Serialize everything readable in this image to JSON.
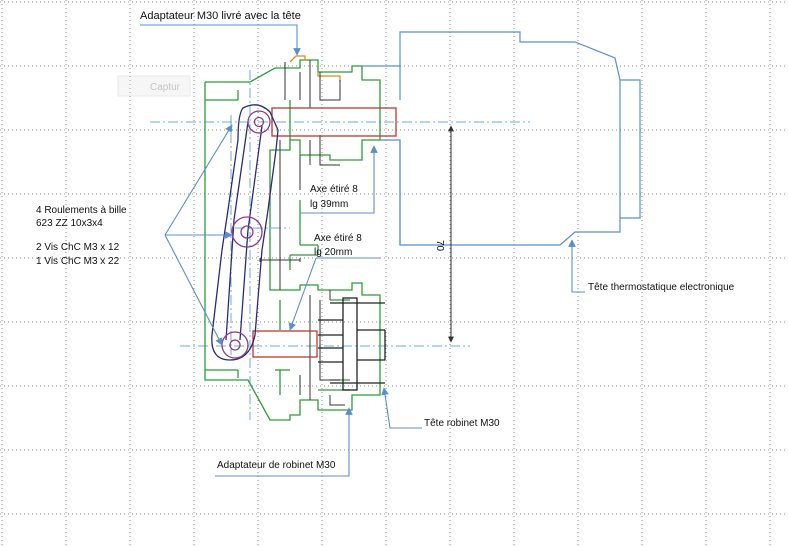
{
  "colors": {
    "outline_green": "#2e9c3a",
    "linkage_navy": "#2b2b7a",
    "axle_red": "#c0392b",
    "orange": "#e08a1e",
    "callout_blue": "#5b8fc9",
    "dashdot_blue": "#6fa8dc",
    "grid_dots": "#555555",
    "black": "#111111",
    "bearing_purple": "#8e3a8e"
  },
  "labels": {
    "adapter_top": "Adaptateur M30 livré avec la tête",
    "faded_capture": "Captur",
    "axle_top_line1": "Axe étiré 8",
    "axle_top_line2": "lg 39mm",
    "axle_bottom_line1": "Axe étiré 8",
    "axle_bottom_line2": "lg 20mm",
    "bearings_line1": "4 Roulements à bille",
    "bearings_line2": "623 ZZ  10x3x4",
    "screws_line1": "2 Vis ChC M3 x 12",
    "screws_line2": "1 Vis ChC M3 x 22",
    "dimension_70": "70",
    "thermo_head": "Tête thermostatique electronique",
    "valve_head": "Tête robinet M30",
    "valve_adapter": "Adaptateur de robinet M30"
  }
}
